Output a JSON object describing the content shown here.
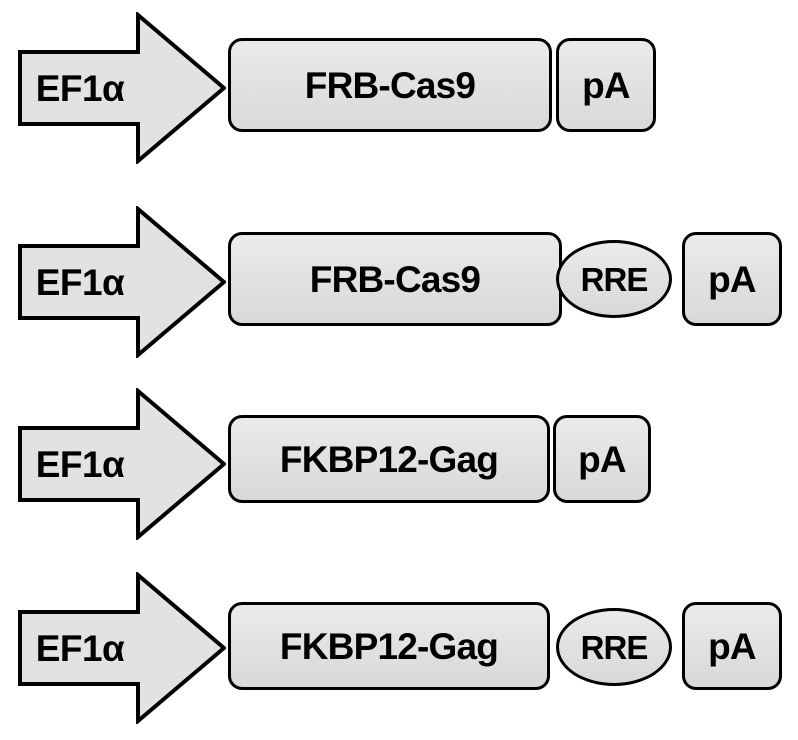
{
  "figure": {
    "background_color": "#ffffff",
    "element_fill_color": "#e2e2e2",
    "element_stroke_color": "#000000",
    "text_color": "#000000"
  },
  "constructs": [
    {
      "id": "frb-cas9",
      "promoter": "EF1α",
      "gene": "FRB-Cas9",
      "rre": null,
      "terminator": "pA"
    },
    {
      "id": "frb-cas9-rre",
      "promoter": "EF1α",
      "gene": "FRB-Cas9",
      "rre": "RRE",
      "terminator": "pA"
    },
    {
      "id": "fkbp12-gag",
      "promoter": "EF1α",
      "gene": "FKBP12-Gag",
      "rre": null,
      "terminator": "pA"
    },
    {
      "id": "fkbp12-gag-rre",
      "promoter": "EF1α",
      "gene": "FKBP12-Gag",
      "rre": "RRE",
      "terminator": "pA"
    }
  ]
}
